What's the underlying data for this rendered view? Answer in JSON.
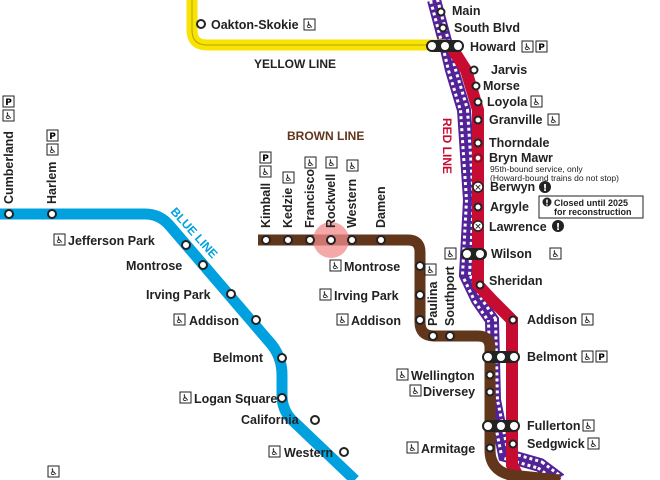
{
  "lines": {
    "yellow": {
      "name": "YELLOW LINE",
      "color": "#f9e300"
    },
    "brown": {
      "name": "BROWN LINE",
      "color": "#62361b"
    },
    "blue": {
      "name": "BLUE LINE",
      "color": "#00a1de"
    },
    "red": {
      "name": "RED LINE",
      "color": "#c60c30"
    },
    "purple": {
      "color": "#522398"
    }
  },
  "stations": {
    "oakton_skokie": "Oakton-Skokie",
    "main": "Main",
    "south_blvd": "South Blvd",
    "howard": "Howard",
    "jarvis": "Jarvis",
    "morse": "Morse",
    "loyola": "Loyola",
    "granville": "Granville",
    "thorndale": "Thorndale",
    "bryn_mawr": "Bryn Mawr",
    "berwyn": "Berwyn",
    "argyle": "Argyle",
    "lawrence": "Lawrence",
    "wilson": "Wilson",
    "sheridan": "Sheridan",
    "addison_red": "Addison",
    "belmont_red": "Belmont",
    "fullerton": "Fullerton",
    "sedgwick": "Sedgwick",
    "kimball": "Kimball",
    "kedzie": "Kedzie",
    "francisco": "Francisco",
    "rockwell": "Rockwell",
    "western_brown": "Western",
    "damen": "Damen",
    "montrose_brown": "Montrose",
    "irving_park_brown": "Irving Park",
    "addison_brown": "Addison",
    "paulina": "Paulina",
    "southport": "Southport",
    "wellington": "Wellington",
    "diversey": "Diversey",
    "armitage": "Armitage",
    "cumberland": "Cumberland",
    "harlem": "Harlem",
    "jefferson_park": "Jefferson Park",
    "montrose_blue": "Montrose",
    "irving_park_blue": "Irving Park",
    "addison_blue": "Addison",
    "belmont_blue": "Belmont",
    "logan_square": "Logan Square",
    "california": "California",
    "western_blue": "Western"
  },
  "notes": {
    "bryn_mawr_line1": "95th-bound service, only",
    "bryn_mawr_line2": "(Howard-bound trains do not stop)",
    "closed_line1": "Closed until 2025",
    "closed_line2": "for reconstruction"
  },
  "icons": {
    "accessible": "♿",
    "parking": "P",
    "alert": "!",
    "closed": "✕"
  },
  "highlight_station": "Rockwell",
  "highlight_color": "#f28b8b"
}
